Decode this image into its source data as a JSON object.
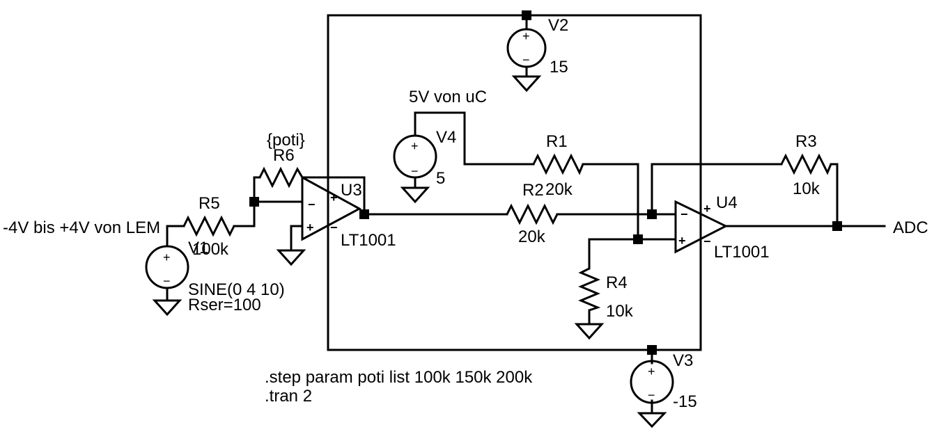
{
  "components": {
    "R1": {
      "ref": "R1",
      "value": "20k"
    },
    "R2": {
      "ref": "R2",
      "value": "20k"
    },
    "R3": {
      "ref": "R3",
      "value": "10k"
    },
    "R4": {
      "ref": "R4",
      "value": "10k"
    },
    "R5": {
      "ref": "R5",
      "value": "100k"
    },
    "R6": {
      "ref": "R6",
      "value": "{poti}"
    },
    "U3": {
      "ref": "U3",
      "value": "LT1001"
    },
    "U4": {
      "ref": "U4",
      "value": "LT1001"
    },
    "V1": {
      "ref": "V1",
      "value": "SINE(0 4 10)",
      "extra": "Rser=100"
    },
    "V2": {
      "ref": "V2",
      "value": "15"
    },
    "V3": {
      "ref": "V3",
      "value": "-15"
    },
    "V4": {
      "ref": "V4",
      "value": "5"
    }
  },
  "net_labels": {
    "input": "-4V bis +4V von LEM",
    "uc": "5V von uC",
    "output": "ADC"
  },
  "directives": [
    ".step param poti list 100k 150k 200k",
    ".tran 2"
  ],
  "symbols": {
    "plus": "+",
    "minus": "−"
  }
}
